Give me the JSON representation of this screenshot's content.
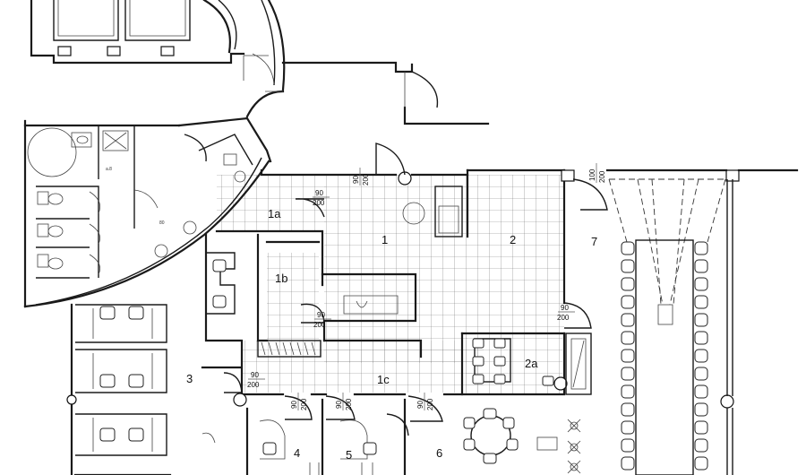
{
  "rooms": [
    {
      "id": "1a",
      "label": "1a"
    },
    {
      "id": "1",
      "label": "1"
    },
    {
      "id": "1b",
      "label": "1b"
    },
    {
      "id": "1c",
      "label": "1c"
    },
    {
      "id": "2",
      "label": "2"
    },
    {
      "id": "2a",
      "label": "2a"
    },
    {
      "id": "3",
      "label": "3"
    },
    {
      "id": "4",
      "label": "4"
    },
    {
      "id": "5",
      "label": "5"
    },
    {
      "id": "6",
      "label": "6"
    },
    {
      "id": "7",
      "label": "7"
    }
  ],
  "doors": {
    "d1": {
      "width": "90",
      "height": "200"
    },
    "d2": {
      "width": "90",
      "height": "200"
    },
    "d3": {
      "width": "90",
      "height": "200"
    },
    "d4": {
      "width": "90",
      "height": "200"
    },
    "d5": {
      "width": "90",
      "height": "200"
    },
    "d6": {
      "width": "90",
      "height": "200"
    },
    "d7": {
      "width": "90",
      "height": "200"
    },
    "d8": {
      "width": "90",
      "height": "200"
    },
    "d9": {
      "width": "100",
      "height": "200"
    }
  },
  "fixtures": {
    "tag_a": "a.8",
    "tag_b": "80"
  }
}
